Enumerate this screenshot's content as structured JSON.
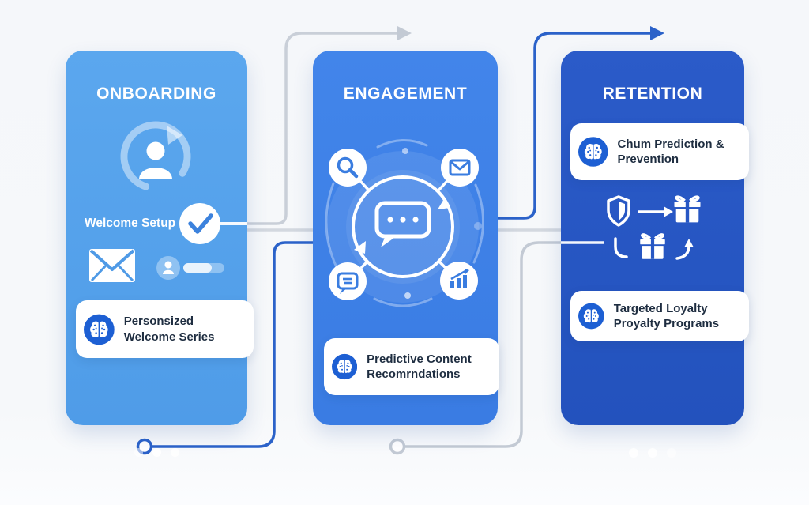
{
  "diagram": {
    "type": "customer-lifecycle-flow",
    "background": "#f6f8fa"
  },
  "stage_cards": [
    {
      "title": "ONBOARDING",
      "welcome_label": "Welcome Setup",
      "ai_card_text": "Personsized Welcome Series",
      "icons": [
        "user-sync-icon",
        "check-circle-icon",
        "envelope-icon",
        "user-progress-icon",
        "brain-icon"
      ],
      "pagination_dots": 3
    },
    {
      "title": "ENGAGEMENT",
      "ai_card_text": "Predictive Content Recomrndations",
      "icons": [
        "search-icon",
        "mail-icon",
        "chat-bubble-icon",
        "cycle-arrows-icon",
        "chat-sync-icon",
        "bar-chart-icon",
        "brain-icon"
      ]
    },
    {
      "title": "RETENTION",
      "ai_card_top_text": "Chum Prediction & Prevention",
      "ai_card_bottom_text": "Targeted Loyalty Proyalty Programs",
      "icons": [
        "brain-icon",
        "shield-icon",
        "arrow-right-icon",
        "gift-icon",
        "curve-line-icon",
        "gift-icon",
        "curve-up-arrow-icon"
      ],
      "pagination_dots": 3
    }
  ],
  "connectors": [
    {
      "name": "gray-top-arrow",
      "from": "onboarding-check",
      "to": "above-engagement",
      "color": "#c9cfd8",
      "style": "arrow"
    },
    {
      "name": "gray-straight-line",
      "from": "onboarding",
      "to": "retention",
      "color": "#d3d8df",
      "style": "line"
    },
    {
      "name": "blue-top-arrow",
      "from": "engagement",
      "to": "above-retention",
      "color": "#2b62c9",
      "style": "arrow"
    },
    {
      "name": "blue-drop-line",
      "from": "engagement-left",
      "to": "bottom-circle-left",
      "color": "#2b62c9",
      "style": "circle-terminal"
    },
    {
      "name": "gray-drop-line",
      "from": "retention-left",
      "to": "bottom-circle-right",
      "color": "#c3cad4",
      "style": "circle-terminal"
    }
  ],
  "colors": {
    "stage1": "#55a3eb",
    "stage2": "#3f81e7",
    "stage3": "#2757c4",
    "brain_badge": "#1d5fd3",
    "glyph_blue": "#3a7de0",
    "check_blue": "#3c82dd",
    "ai_card_text": "#1e2d40",
    "connector_gray": "#c9cfd8",
    "connector_blue": "#2b62c9"
  }
}
